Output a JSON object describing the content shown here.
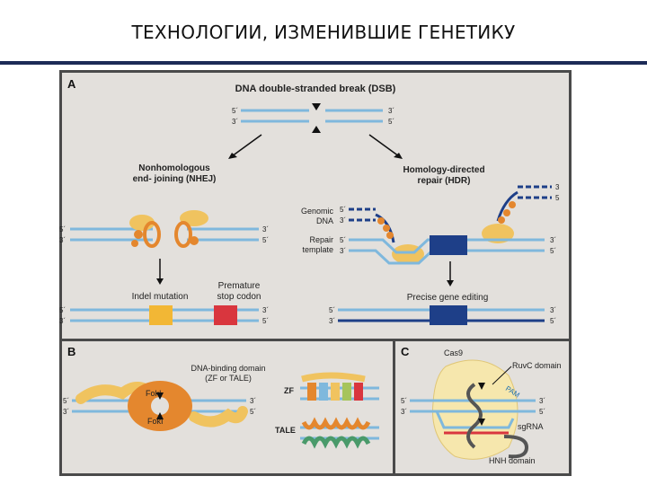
{
  "slide": {
    "title": "ТЕХНОЛОГИИ, ИЗМЕНИВШИЕ ГЕНЕТИКУ"
  },
  "colors": {
    "panel_bg": "#e3e0dc",
    "dna_light": "#7fb8dd",
    "dna_dark": "#1e3f88",
    "protein_orange": "#e4872e",
    "protein_yellow": "#f0c35f",
    "indel": "#f2b735",
    "stop_codon": "#d9363e",
    "accent_rule": "#1c2b57"
  },
  "panel_a": {
    "letter": "A",
    "dsb_label": "DNA double-stranded break (DSB)",
    "nhej_label_1": "Nonhomologous",
    "nhej_label_2": "end- joining (NHEJ)",
    "hdr_label_1": "Homology-directed",
    "hdr_label_2": "repair (HDR)",
    "genomic_dna_1": "Genomic",
    "genomic_dna_2": "DNA",
    "repair_template_1": "Repair",
    "repair_template_2": "template",
    "indel_label": "Indel mutation",
    "stop_label_1": "Premature",
    "stop_label_2": "stop codon",
    "precise_label": "Precise gene editing",
    "p5": "5´",
    "p3": "3´",
    "n5": "5",
    "n3": "3"
  },
  "panel_b": {
    "letter": "B",
    "dbd_label_1": "DNA-binding domain",
    "dbd_label_2": "(ZF or TALE)",
    "fok_top": "FokI",
    "fok_bottom": "FokI",
    "zf_label": "ZF",
    "tale_label": "TALE"
  },
  "panel_c": {
    "letter": "C",
    "cas9_label": "Cas9",
    "ruvc_label": "RuvC domain",
    "pam_label": "PAM",
    "sgrna_label": "sgRNA",
    "hnh_label": "HNH domain"
  }
}
